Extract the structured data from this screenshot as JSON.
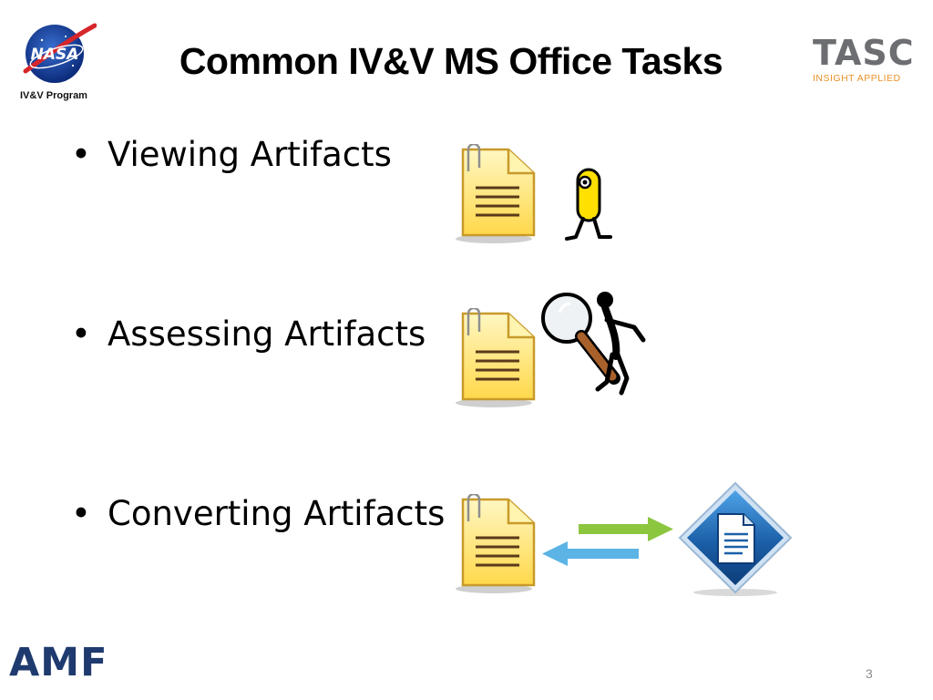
{
  "header": {
    "title": "Common IV&V MS Office Tasks",
    "nasa_caption": "IV&V Program",
    "nasa_logo_text": "NASA",
    "tasc_logo_word": "TASC",
    "tasc_tagline": "INSIGHT APPLIED"
  },
  "bullets": [
    {
      "marker": "•",
      "label": "Viewing Artifacts"
    },
    {
      "marker": "•",
      "label": "Assessing Artifacts"
    },
    {
      "marker": "•",
      "label": "Converting Artifacts"
    }
  ],
  "icons": {
    "document": "document-icon",
    "viewer": "walking-figure-icon",
    "assessor": "magnifying-glass-figure-icon",
    "convert_arrows": "bidirectional-arrows-icon",
    "converted_doc": "blue-diamond-document-icon"
  },
  "colors": {
    "doc_fill": "#ffe46b",
    "doc_stroke": "#c89a2a",
    "arrow_green": "#8cc63f",
    "arrow_blue": "#5bb4e5",
    "diamond_blue": "#1b5fa8",
    "amf_blue": "#1f3a6e",
    "tasc_gray": "#6d6e71",
    "tasc_orange": "#e8912a"
  },
  "footer": {
    "brand": "AMF",
    "page_number": "3"
  }
}
